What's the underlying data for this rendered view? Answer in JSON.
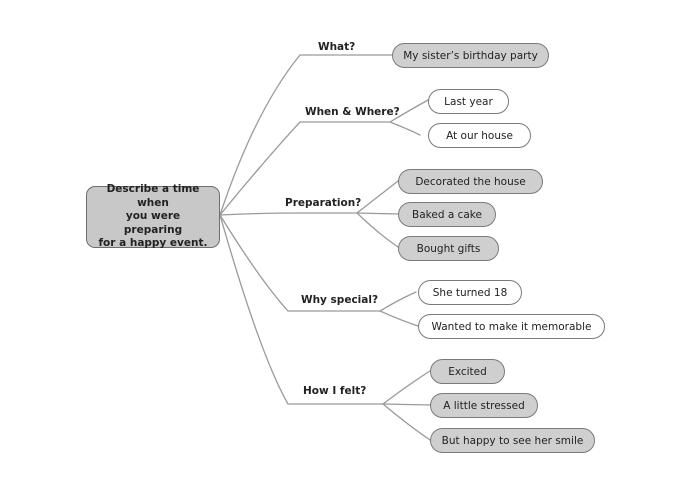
{
  "root": {
    "label": "Describe a time when\nyou were preparing\nfor a happy event."
  },
  "branches": [
    {
      "label": "What?",
      "leaves": [
        {
          "label": "My sister’s birthday party",
          "filled": true
        }
      ]
    },
    {
      "label": "When & Where?",
      "leaves": [
        {
          "label": "Last year",
          "filled": false
        },
        {
          "label": "At our house",
          "filled": false
        }
      ]
    },
    {
      "label": "Preparation?",
      "leaves": [
        {
          "label": "Decorated the house",
          "filled": true
        },
        {
          "label": "Baked a cake",
          "filled": true
        },
        {
          "label": "Bought gifts",
          "filled": true
        }
      ]
    },
    {
      "label": "Why special?",
      "leaves": [
        {
          "label": "She turned 18",
          "filled": false
        },
        {
          "label": "Wanted to make it memorable",
          "filled": false
        }
      ]
    },
    {
      "label": "How I felt?",
      "leaves": [
        {
          "label": "Excited",
          "filled": true
        },
        {
          "label": "A little stressed",
          "filled": true
        },
        {
          "label": "But happy to see her smile",
          "filled": true
        }
      ]
    }
  ],
  "colors": {
    "leaf_fill": "#cfcfcf",
    "root_fill": "#c8c8c8",
    "line": "#9a9a9a"
  }
}
